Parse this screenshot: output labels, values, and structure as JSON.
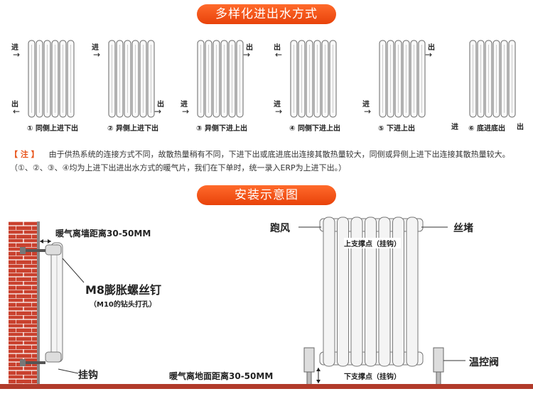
{
  "section1_title": "多样化进出水方式",
  "labels": {
    "in": "进",
    "out": "出"
  },
  "methods": [
    {
      "caption": "① 同侧上进下出"
    },
    {
      "caption": "② 异侧上进下出"
    },
    {
      "caption": "③ 异侧下进上出"
    },
    {
      "caption": "④ 同侧下进上出"
    },
    {
      "caption": "⑤ 下进上出"
    },
    {
      "caption": "⑥ 底进底出"
    }
  ],
  "note": {
    "tag": "【 注 】",
    "text": "由于供热系统的连接方式不同，故散热量稍有不同，下进下出或底进底出连接其散热量较大，同侧或异侧上进下出连接其散热量较大。（①、②、③、④均为上进下出进出水方式的暖气片，我们在下单时，统一录入ERP为上进下出。）"
  },
  "section2_title": "安装示意图",
  "install": {
    "wall_distance": "暖气离墙距离30-50MM",
    "bolt": "M8膨胀螺丝钉",
    "bolt_note": "（M10的钻头打孔）",
    "hook": "挂钩",
    "vent": "跑风",
    "plug": "丝堵",
    "upper_support": "上支撑点（挂钩）",
    "lower_support": "下支撑点（挂钩）",
    "valve": "温控阀",
    "floor_distance": "暖气离地面距离30-50MM"
  }
}
